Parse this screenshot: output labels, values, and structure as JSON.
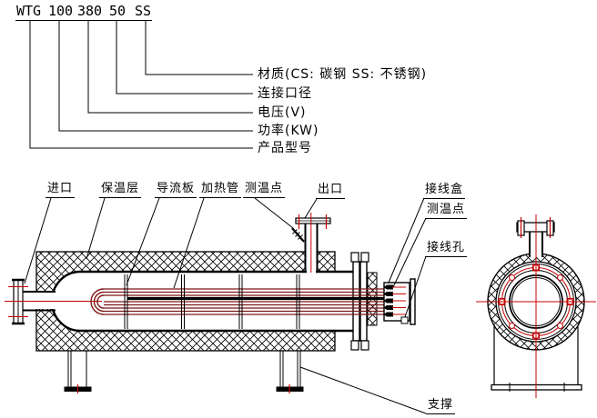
{
  "model_code": {
    "full": "WTG 100 380 50 SS",
    "seg0": "WTG",
    "seg1": "100",
    "seg2": "380",
    "seg3": "50",
    "seg4": "SS"
  },
  "legend": {
    "material": "材质(CS: 碳钢  SS: 不锈钢)",
    "connection": "连接口径",
    "voltage": "电压(V)",
    "power": "功率(KW)",
    "model": "产品型号"
  },
  "labels": {
    "inlet": "进口",
    "insulation": "保温层",
    "baffle": "导流板",
    "heating_tube": "加热管",
    "temp_point_top": "测温点",
    "outlet": "出口",
    "junction_box": "接线盒",
    "temp_point_side": "测温点",
    "wiring_hole": "接线孔",
    "support": "支撑"
  },
  "colors": {
    "centerline_red": "#c80000",
    "tube_maroon": "#7d1616",
    "line_black": "#000000",
    "background": "#ffffff"
  }
}
